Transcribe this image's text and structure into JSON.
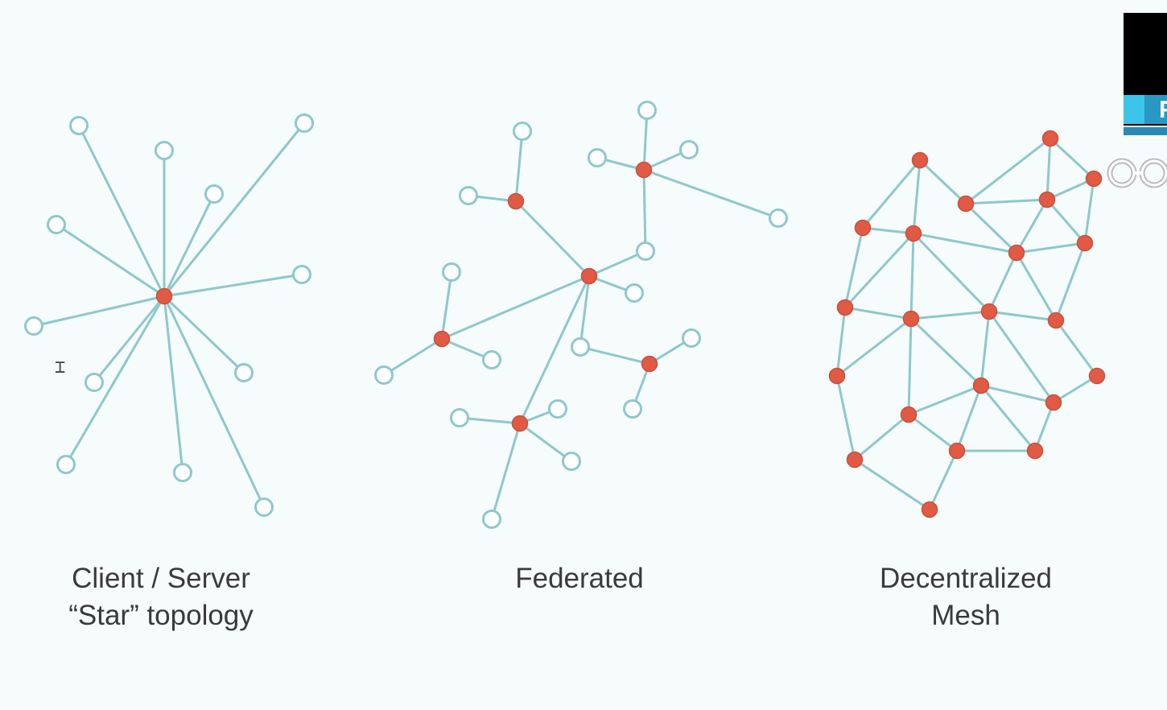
{
  "captions": {
    "star_line1": "Client / Server",
    "star_line2": "“Star” topology",
    "federated": "Federated",
    "mesh_line1": "Decentralized",
    "mesh_line2": "Mesh"
  },
  "overlay": {
    "thumbnail_letter": "F"
  },
  "colors": {
    "background": "#f6fbfc",
    "edge": "#8ec8cb",
    "hub_node": "#e05a44",
    "leaf_node_fill": "#ffffff",
    "text": "#3a3a3a"
  }
}
